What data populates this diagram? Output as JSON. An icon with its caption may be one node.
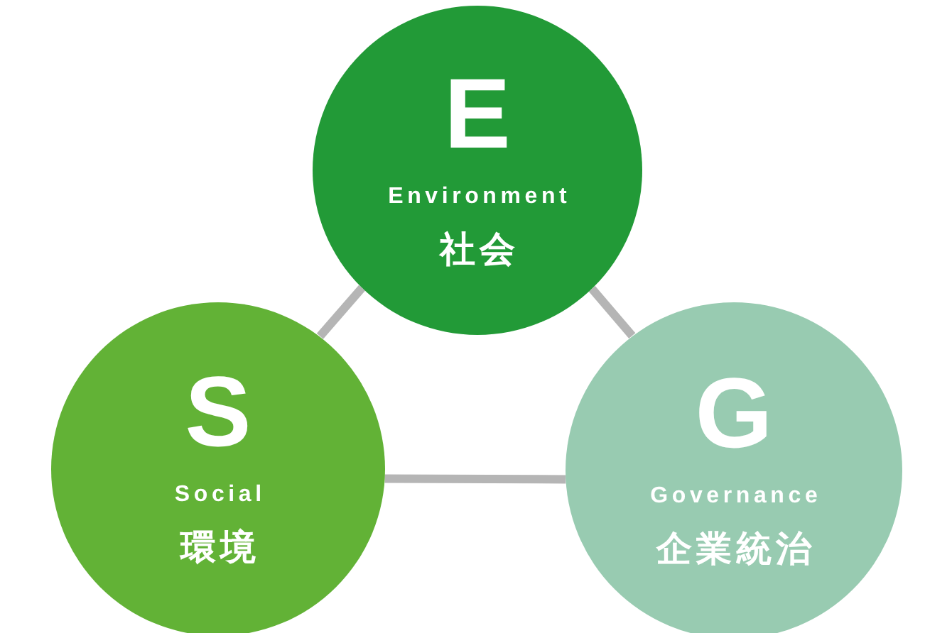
{
  "diagram": {
    "nodes": [
      {
        "text": [
          "E",
          "Environment",
          "社会"
        ]
      },
      {
        "text": [
          "S",
          "Social",
          "環境"
        ]
      },
      {
        "text": [
          "G",
          "Governance",
          "企業統治"
        ]
      }
    ],
    "edges": [
      {
        "from": 0,
        "to": 1,
        "arrow": "none"
      },
      {
        "from": 2,
        "to": 0,
        "arrow": "none"
      },
      {
        "from": 1,
        "to": 2,
        "arrow": "none"
      }
    ]
  }
}
